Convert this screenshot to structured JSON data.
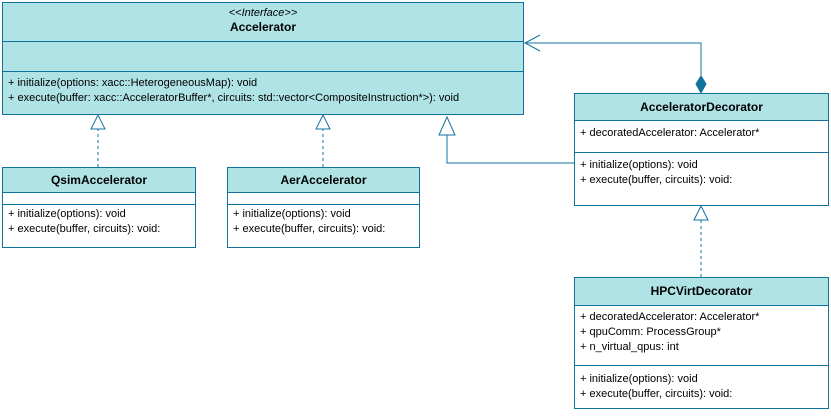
{
  "colors": {
    "header_fill": "#b0e3e6",
    "attributes_fill": "#b0e3e6",
    "border": "#10739e",
    "connector": "#10739e"
  },
  "accelerator": {
    "stereotype": "<<Interface>>",
    "name": "Accelerator",
    "attributes": [],
    "methods": [
      "+ initialize(options: xacc::HeterogeneousMap): void",
      "+ execute(buffer: xacc::AcceleratorBuffer*, circuits: std::vector<CompositeInstruction*>): void"
    ]
  },
  "qsim": {
    "name": "QsimAccelerator",
    "methods": [
      "+ initialize(options): void",
      "+ execute(buffer, circuits): void:"
    ]
  },
  "aer": {
    "name": "AerAccelerator",
    "methods": [
      "+ initialize(options): void",
      "+ execute(buffer, circuits): void:"
    ]
  },
  "decorator": {
    "name": "AcceleratorDecorator",
    "attributes": [
      "+ decoratedAccelerator: Accelerator*"
    ],
    "methods": [
      "+ initialize(options): void",
      "+ execute(buffer, circuits): void:"
    ]
  },
  "hpcvirt": {
    "name": "HPCVirtDecorator",
    "attributes": [
      "+ decoratedAccelerator: Accelerator*",
      "+ qpuComm: ProcessGroup*",
      "+ n_virtual_qpus: int"
    ],
    "methods": [
      "+ initialize(options): void",
      "+ execute(buffer, circuits): void:"
    ]
  }
}
